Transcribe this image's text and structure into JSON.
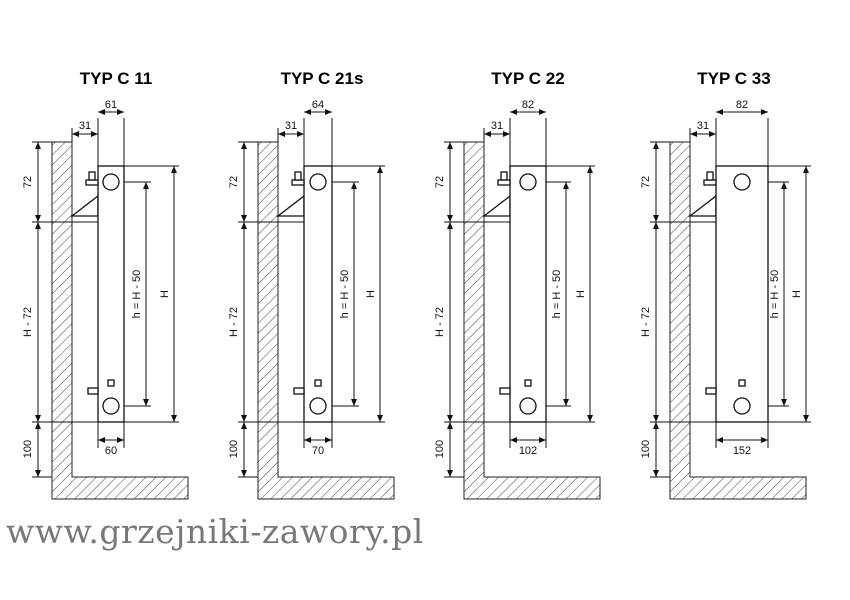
{
  "watermark": "www.grzejniki-zawory.pl",
  "panels": [
    {
      "title": "TYP C 11",
      "top_width": "61",
      "wall_gap": "31",
      "top_offset": "72",
      "side_height": "H - 72",
      "bottom_offset": "100",
      "inner_height": "h = H - 50",
      "total_height": "H",
      "bottom_width": "60"
    },
    {
      "title": "TYP C 21s",
      "top_width": "64",
      "wall_gap": "31",
      "top_offset": "72",
      "side_height": "H - 72",
      "bottom_offset": "100",
      "inner_height": "h = H - 50",
      "total_height": "H",
      "bottom_width": "70"
    },
    {
      "title": "TYP C 22",
      "top_width": "82",
      "wall_gap": "31",
      "top_offset": "72",
      "side_height": "H - 72",
      "bottom_offset": "100",
      "inner_height": "h = H - 50",
      "total_height": "H",
      "bottom_width": "102"
    },
    {
      "title": "TYP C 33",
      "top_width": "82",
      "wall_gap": "31",
      "top_offset": "72",
      "side_height": "H - 72",
      "bottom_offset": "100",
      "inner_height": "h = H - 50",
      "total_height": "H",
      "bottom_width": "152"
    }
  ]
}
